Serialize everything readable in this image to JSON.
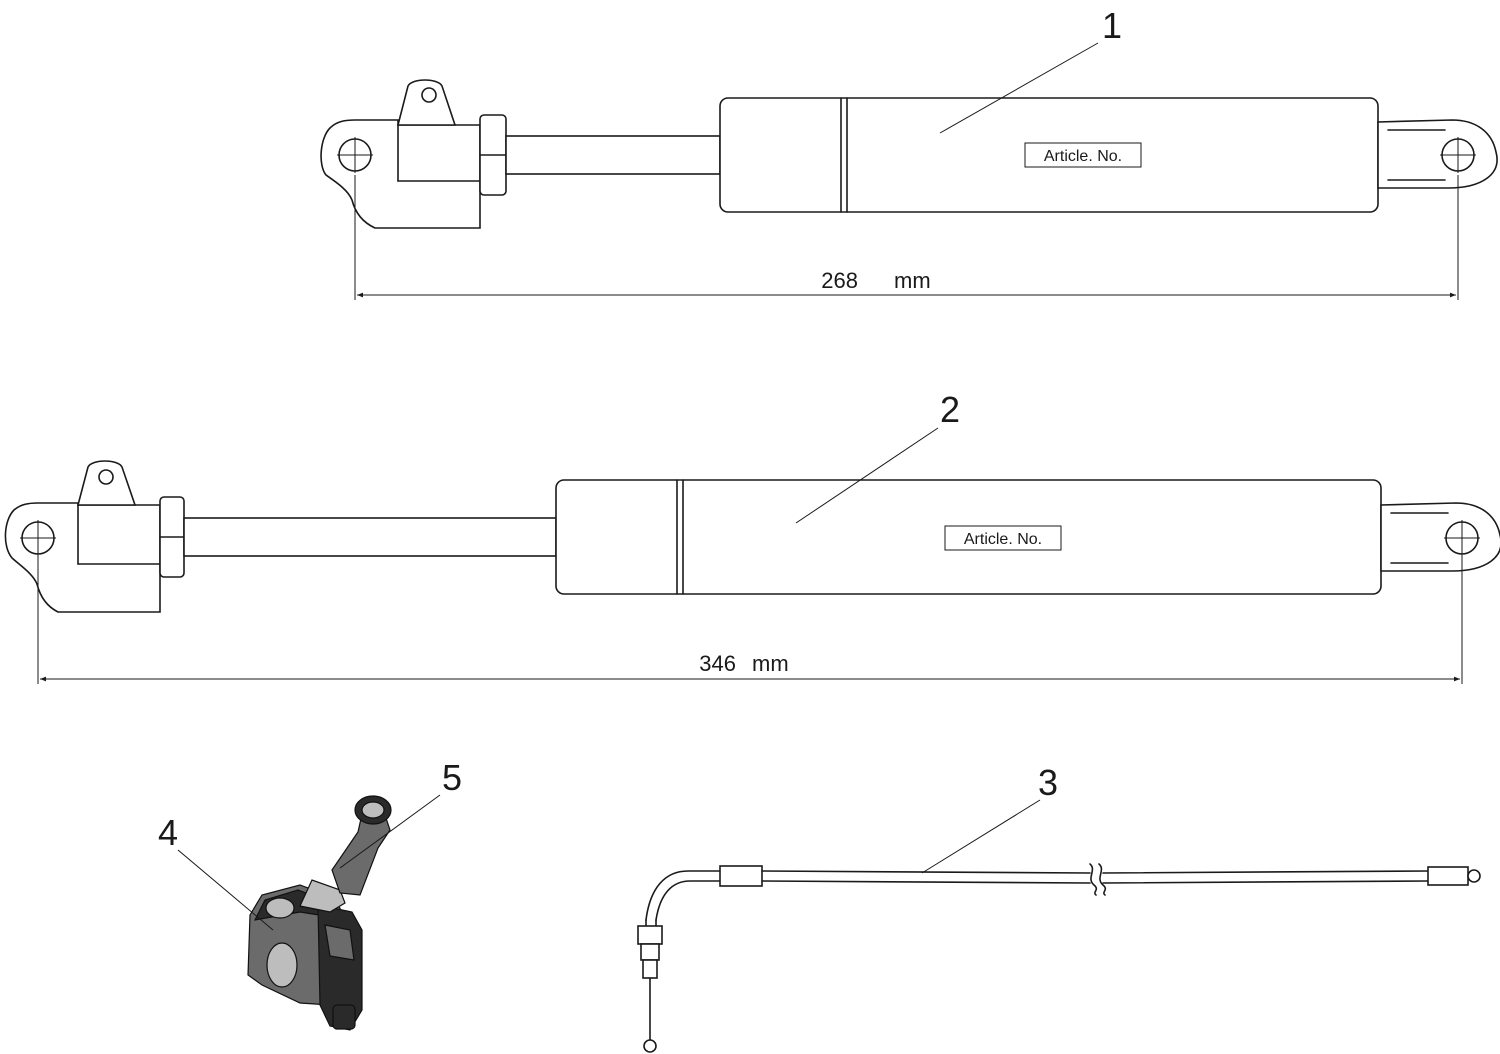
{
  "parts": {
    "p1": {
      "number": "1",
      "label": "Article. No.",
      "dimension": "268",
      "unit": "mm"
    },
    "p2": {
      "number": "2",
      "label": "Article. No.",
      "dimension": "346",
      "unit": "mm"
    },
    "p3": {
      "number": "3"
    },
    "p4": {
      "number": "4"
    },
    "p5": {
      "number": "5"
    }
  }
}
